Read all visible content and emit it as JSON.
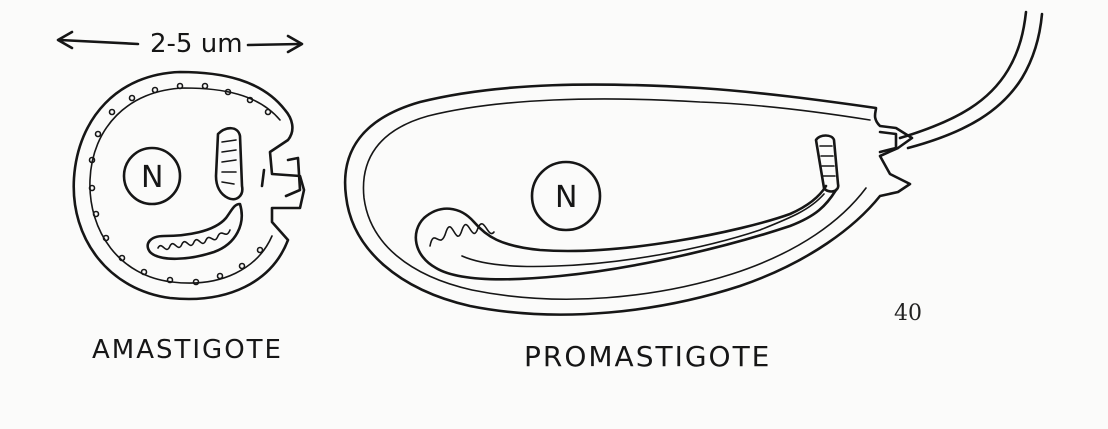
{
  "scale_bar": {
    "label": "2-5 um"
  },
  "amastigote": {
    "label": "AMASTIGOTE",
    "nucleus_label": "N"
  },
  "promastigote": {
    "label": "PROMASTIGOTE",
    "nucleus_label": "N"
  },
  "page_number": "40",
  "colors": {
    "ink": "#161616",
    "paper": "#fbfbfa"
  }
}
